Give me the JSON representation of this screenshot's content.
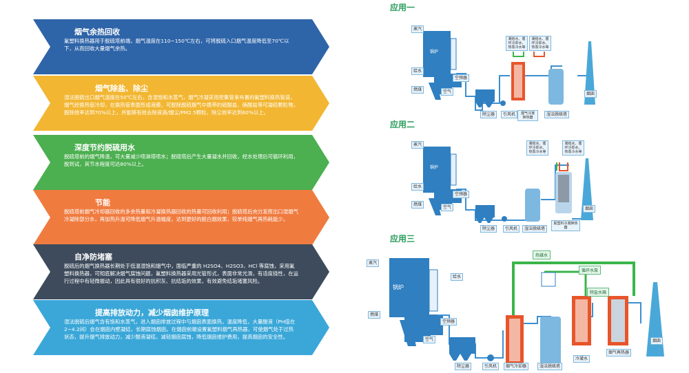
{
  "banners": [
    {
      "title": "烟气余热回收",
      "text": "氟塑料换热器用于脱硫塔前端，烟气温度在110~150℃左右，可将脱硫入口烟气温度降低至70℃以下，从而回收大量烟气余热。",
      "color": "#2e64a8"
    },
    {
      "title": "烟气除盐、除尘",
      "text": "湿法脱硫出口烟气温度在50℃左右，含湿饱和水蒸气，烟气冷凝采用密集管束布置的氟塑料换热管道，烟气经换热管冷却，在换热管表面形成液膜，可脱除脱硫烟气中携带的硫酸盐、硝酸盐等可凝结颗粒物，脱除效率达到70%以上，并能够有效去除液滴/烟尘/PM2.5颗粒，除尘效率达到60%以上。",
      "color": "#f2b632"
    },
    {
      "title": "深度节约脱硫用水",
      "text": "脱硫塔前的烟气降温，可大量减少喷淋塔喷水；脱硫塔后产生大量凝水并回收，经水处理后可循环利用，脱到试，其节水程度可达80%以上。",
      "color": "#4caf50"
    },
    {
      "title": "节能",
      "text": "脱硫塔前烟气冷却器回收的多余热量和冷凝换热器回收的热量可回收利用；脱硫塔后充分发挥出口湿烟气冷凝除部分水，再加热升温可降低烟气升温幅度，达到更好的脱白烟效果，较单纯烟气再热耗能少。",
      "color": "#f07b3f"
    },
    {
      "title": "自净防堵塞",
      "text": "脱硫后的烟气换热器长期处于低温湿饱和烟气中，面临严重的 H2SO4、H2SO3、HCl 等腐蚀，采用氟塑料换热器，可彻底解决烟气腐蚀问题，氟塑料换热器采用光管形式，表面非常光滑，有适度挠性，在运行过程中有轻微振动，因此具有很好的抗积灰、抗结垢的效果，有效避免结垢堵塞风险。",
      "color": "#3d4b5c"
    },
    {
      "title": "提高排放动力，减少烟囱维护原理",
      "text": "湿法脱硫后烟气含有饱和水蒸气，进入烟囱排放过程中与烟囱表面换热，温度降低，大量酸液（PH值在2~4.2间）会在烟囱内壁凝结，长期腐蚀烟囱。在烟囱前端设置氟塑料烟气再热器，可使烟气处于过热状态，提升烟气排放动力，减少酸液凝结，减轻烟囱腐蚀，降低烟囱维护费用，提高烟囱的安全性。",
      "color": "#3aa7d8"
    }
  ],
  "app1": {
    "title": "应用一",
    "labels": [
      "蒸汽",
      "锅炉",
      "给水",
      "燃煤",
      "空预器",
      "空气",
      "除尘器",
      "引风机",
      "烟气冷凝换热器",
      "湿法脱硫塔",
      "烟囱",
      "凝结水、循环冷却水、热泵冷水等",
      "凝结水、循环冷却水、热泵冷水等"
    ]
  },
  "app2": {
    "title": "应用二",
    "labels": [
      "蒸汽",
      "锅炉",
      "给水",
      "燃煤",
      "空预器",
      "空气",
      "除尘器",
      "引风机",
      "湿法脱硫塔",
      "烟囱",
      "凝结水、循环冷却水、热泵冷水等",
      "凝结水、循环冷却水、热泵冷水等",
      "氟塑料冷凝换热器"
    ]
  },
  "app3": {
    "title": "应用三",
    "labels": [
      "蒸汽",
      "锅炉",
      "给水",
      "燃煤",
      "空预器",
      "空气",
      "除尘器",
      "引风机",
      "烟气冷却器",
      "湿法脱硫塔",
      "冷凝水",
      "烟气再热器",
      "烟囱",
      "热媒水",
      "循环水泵",
      "除盐水箱"
    ]
  },
  "colors": {
    "pipe": "#3c8fcf",
    "green": "#3bb54a",
    "orange": "#e8552b",
    "tower": "#2f7fc1",
    "stack": "#4aa8d8"
  }
}
